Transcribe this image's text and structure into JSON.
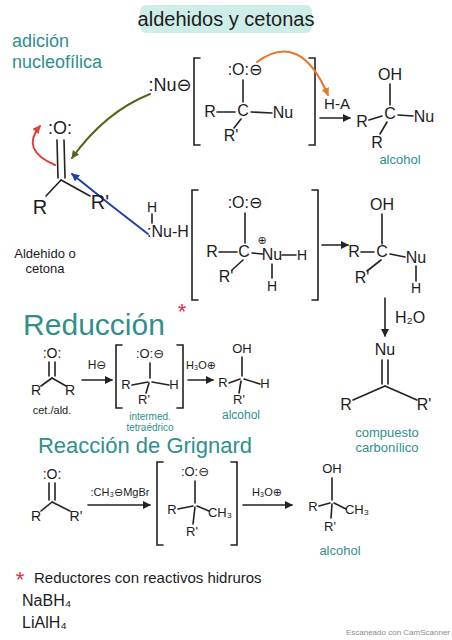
{
  "diagram": {
    "title": "aldehidos y cetonas",
    "labels": [
      "adición nucleofílica",
      ":Nu⊖",
      ":O:",
      "R",
      "R'",
      "Aldehido o cetona",
      "H",
      ":Nu-H",
      ":O:⊖",
      "R",
      "C",
      "Nu",
      "R'",
      "H-A",
      "OH",
      "R",
      "C",
      "Nu",
      "R",
      "alcohol",
      ":O:⊖",
      "R",
      "C",
      "⊕",
      "Nu",
      "H",
      "H",
      "R'",
      "OH",
      "R",
      "C",
      "Nu",
      "R'",
      "H",
      "H₂O",
      "Nu",
      "R",
      "R'",
      "compuesto carbonílico",
      "Reducción",
      "*",
      ":O:",
      "R",
      "R",
      "cet./ald.",
      "H⊖",
      ":O:⊖",
      "R",
      "H",
      "R'",
      "intermed. tetraédrico",
      "H₃O⊕",
      "OH",
      "R",
      "H",
      "R'",
      "alcohol",
      "Reacción de Grignard",
      ":O:",
      "R",
      "R'",
      ":CH₃⊖MgBr",
      ":O:⊖",
      "R",
      "CH₃",
      "R'",
      "H₃O⊕",
      "OH",
      "R",
      "CH₃",
      "R'",
      "alcohol",
      "*",
      "Reductores con reactivos hidruros",
      "NaBH₄",
      "LiAlH₄",
      "Escaneado con CamScanner"
    ]
  }
}
